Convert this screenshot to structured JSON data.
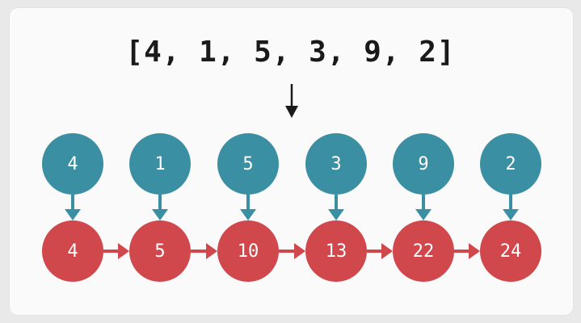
{
  "title": "[4, 1, 5, 3, 9, 2]",
  "input_values": [
    "4",
    "1",
    "5",
    "3",
    "9",
    "2"
  ],
  "output_values": [
    "4",
    "5",
    "10",
    "13",
    "22",
    "24"
  ],
  "colors": {
    "input_node": "#3a8fa3",
    "output_node": "#d0474c",
    "down_arrow": "#3a8fa3",
    "chain_arrow": "#d0474c",
    "title_arrow": "#1a1a1a"
  }
}
